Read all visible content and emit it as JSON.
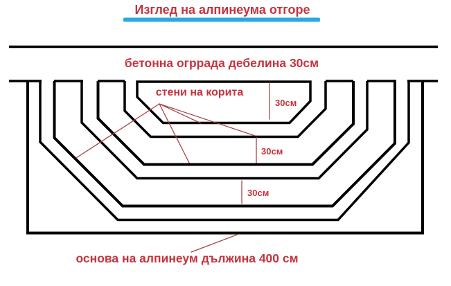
{
  "diagram": {
    "title": "Изглед на алпинеума отгоре",
    "fence_label": "бетонна огррада дебелина 30см",
    "walls_label": "стени на корита",
    "base_label": "основа на алпинеум дължина 400 см",
    "dims": [
      "30см",
      "30см",
      "30см"
    ],
    "colors": {
      "label_red": "#c5333d",
      "leader_red": "#a84444",
      "line_black": "#000000",
      "underline_blue": "#2aa9e0",
      "background": "#ffffff"
    }
  }
}
